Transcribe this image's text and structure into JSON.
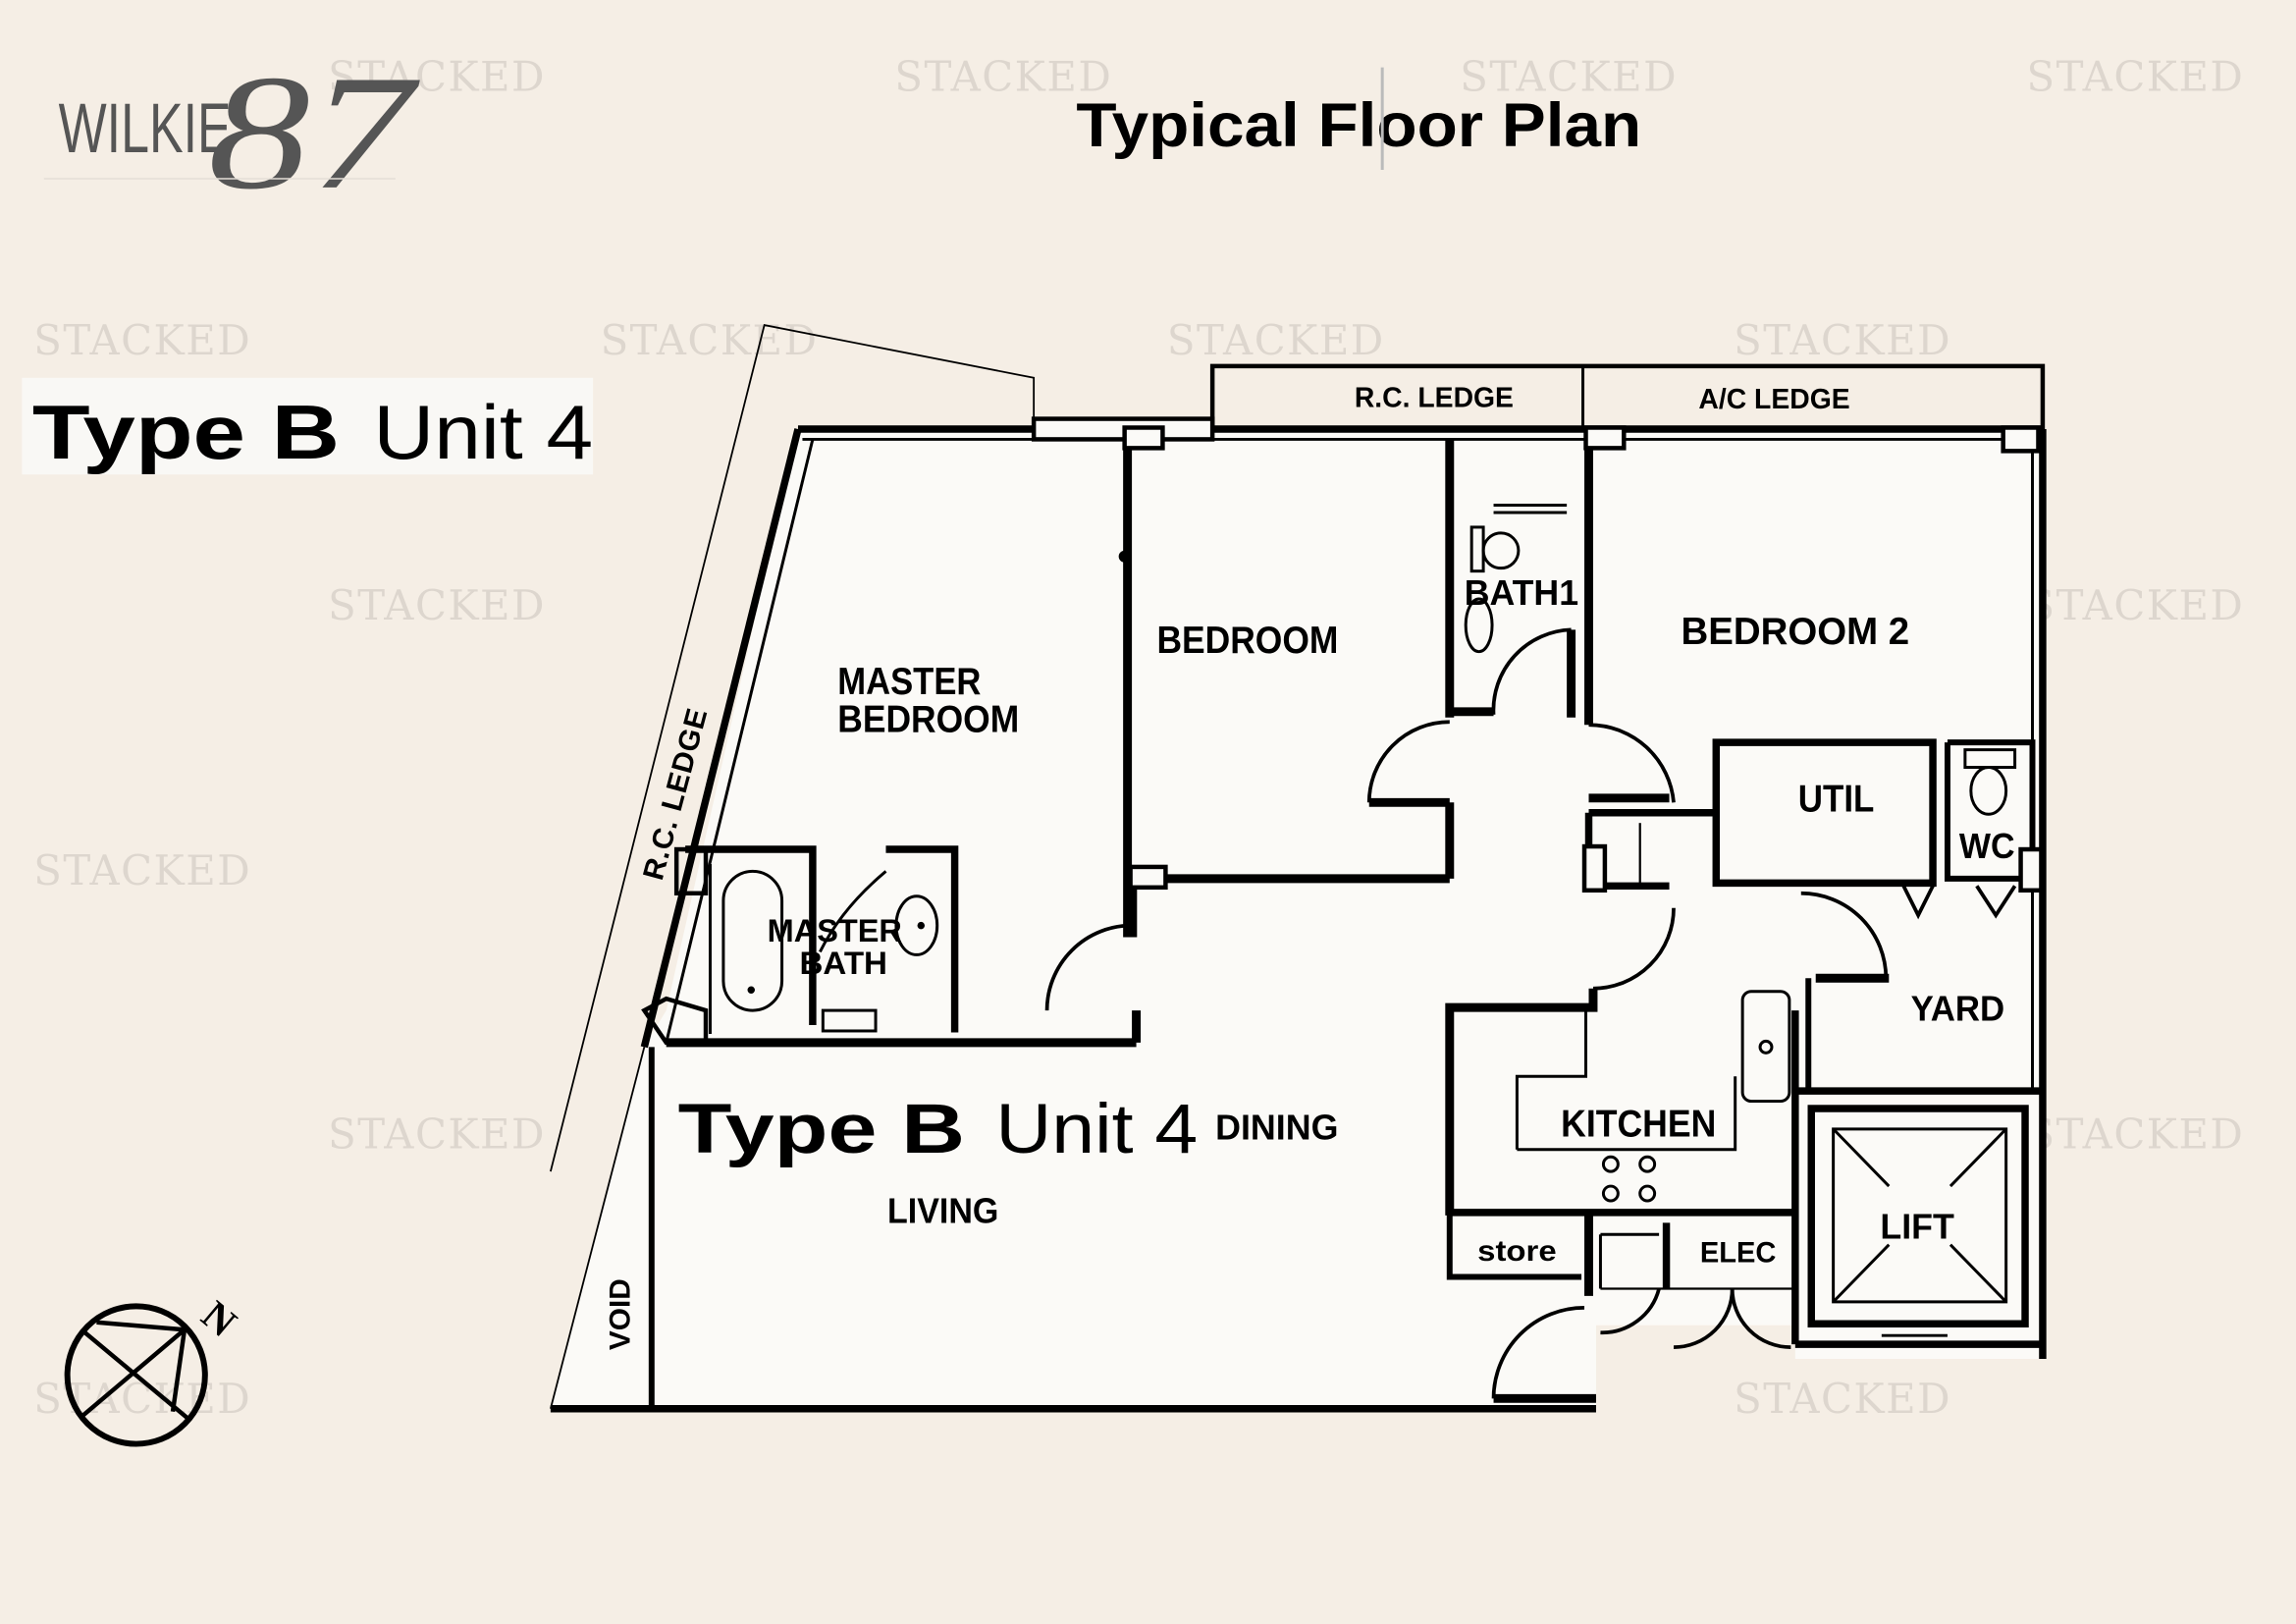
{
  "header": {
    "logo": {
      "word": "WILKIE",
      "number": "87"
    },
    "title": "Typical Floor Plan"
  },
  "unit_label": {
    "type_bold": "Type B",
    "unit": "Unit 4"
  },
  "watermark": {
    "text": "STACKED",
    "color": "#ddd6ce"
  },
  "colors": {
    "background": "#f5eee5",
    "plan_fill": "#fbfaf7",
    "ink": "#000000"
  },
  "floor_plan": {
    "overlay_label": {
      "type_bold": "Type B",
      "unit": "Unit 4"
    },
    "rooms": {
      "master_bedroom": [
        "MASTER",
        "BEDROOM"
      ],
      "master_bath": [
        "MASTER",
        "BATH"
      ],
      "bedroom": "BEDROOM",
      "bath1": "BATH1",
      "bedroom2": "BEDROOM  2",
      "util": "UTIL",
      "wc": "WC",
      "yard": "YARD",
      "kitchen": "KITCHEN",
      "dining": "DINING",
      "living": "LIVING",
      "store": "store",
      "elec": "ELEC",
      "lift": "LIFT",
      "void": "VOID"
    },
    "ledges": {
      "rc_top": "R.C.  LEDGE",
      "ac_top": "A/C  LEDGE",
      "rc_side": "R.C.   LEDGE"
    }
  },
  "compass": {
    "label": "N"
  }
}
